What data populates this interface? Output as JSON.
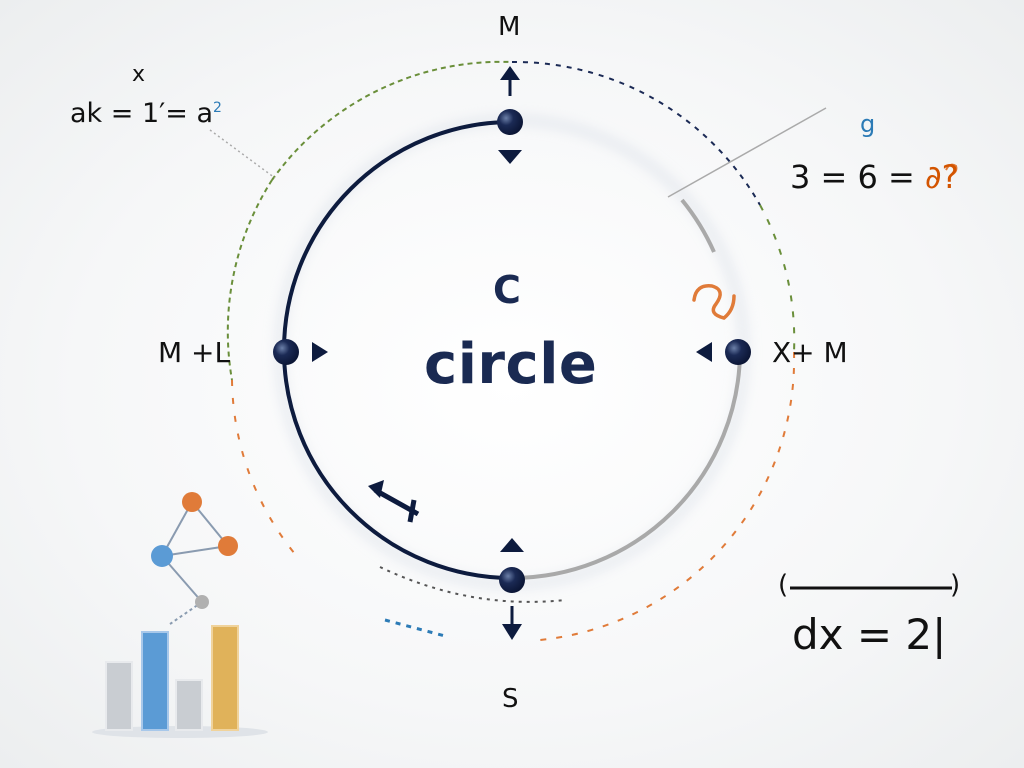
{
  "diagram": {
    "title": "circle",
    "center_letter": "C",
    "nodes": {
      "top": "M",
      "left": "M +L",
      "right": "X+ M",
      "bottom": "S"
    },
    "equations": {
      "top_left_var": "x",
      "top_left": "ak = 1′= a",
      "top_left_sup": "2",
      "top_right_var": "g",
      "top_right": "3 = 6 = ",
      "top_right_tail": "∂?",
      "bottom_right": "dx = 2|"
    },
    "colors": {
      "navy": "#0d1b3e",
      "gray": "#a9a9a9",
      "orange": "#e07b39",
      "blue": "#5b9bd5",
      "green": "#6a8f3a",
      "gold": "#e0b25a"
    }
  }
}
